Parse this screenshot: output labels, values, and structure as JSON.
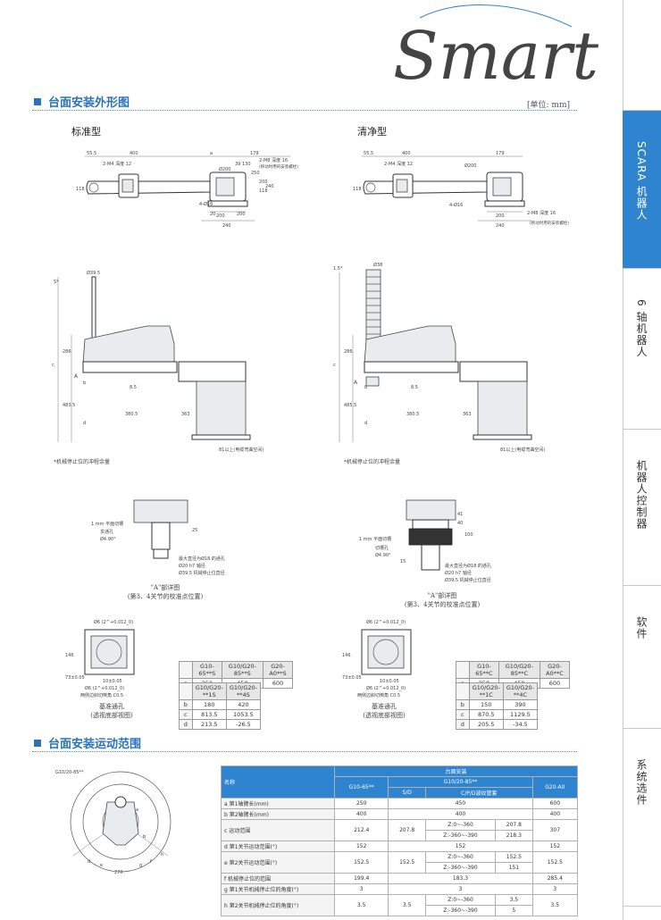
{
  "header": {
    "logo_text": "Smart",
    "unit_label": "[单位: mm]"
  },
  "section1": {
    "title": "台面安装外形图",
    "standard_label": "标准型",
    "clean_label": "清净型",
    "std_top": {
      "d1": "55.5",
      "d2": "400",
      "d3": "179",
      "d4": "118",
      "d5": "39",
      "d6": "130",
      "d7": "250",
      "d8": "240",
      "d9": "200",
      "d10": "20",
      "tap1": "2-M4 深度 12",
      "tap2": "2-M8 深度 16",
      "tap2_note": "(移动时用的安装螺栓)",
      "hole1": "Ø200",
      "hole2": "4-Ø16",
      "v1": "118",
      "v2": "200",
      "v3": "240",
      "v4": "a"
    },
    "cln_top": {
      "d1": "55.5",
      "d2": "400",
      "d3": "179",
      "tap1": "2-M4 深度 12",
      "tap2": "2-M8 深度 16",
      "tap2_note": "(移动时用的安装螺栓)",
      "hole1": "Ø200",
      "hole2": "4-Ø16",
      "d9": "200",
      "d8": "240",
      "v1": "118"
    },
    "std_side": {
      "d_top": "Ø39.5",
      "v1": "286",
      "v2": "483.5",
      "v3": "380.5",
      "v4": "363",
      "v5": "8.5",
      "v6": "b",
      "v7": "c",
      "v8": "d",
      "label_a": "A",
      "label_s": "S*",
      "note_cable": "81以上(电缆弯曲空间)",
      "note_stop": "*机械停止位的冲程余量"
    },
    "cln_side": {
      "d_top": "Ø38",
      "v1": "286",
      "v2": "485.5",
      "v3": "380.5",
      "v4": "363",
      "v5": "8.5",
      "v6": "b",
      "v7": "c",
      "v8": "d",
      "label_a": "A",
      "label_s": "1.5*",
      "note_cable": "81以上(电缆弯曲空间)",
      "note_stop": "*机械停止位的冲程余量"
    },
    "std_detailA": {
      "n1": "1 mm 平面切槽",
      "n2": "贯通孔",
      "n3": "Ø4.90°",
      "n4": "最大直径为Ø18 的通孔",
      "n5": "Ø20 h7 轴径",
      "n6": "Ø39.5 机械停止位直径",
      "n7": "25",
      "cap1": "\"A\"部详图",
      "cap2": "(第3、4关节的校准点位置)"
    },
    "cln_detailA": {
      "n1": "1 mm 平面切槽",
      "n2": "切槽孔",
      "n3": "Ø4.90°",
      "n4": "最大直径为Ø18 的通孔",
      "n5": "Ø20 h7 轴径",
      "n6": "Ø39.5 机械停止位直径",
      "n7": "41",
      "n8": "40",
      "n9": "100",
      "n10": "15",
      "cap1": "\"A\"部详图",
      "cap2": "(第3、4关节的校准点位置)"
    },
    "std_base": {
      "n1": "Ø6 (2^+0.012_0)",
      "n2": "10±0.05",
      "n3": "146",
      "n4": "73±0.05",
      "n5": "两侧边斜切倒角 C0.5",
      "n6": "Ø6 (2^+0.012_0)",
      "cap1": "基准通孔",
      "cap2": "(透视底部视图)"
    },
    "cln_base": {
      "n1": "Ø6 (2^+0.012_0)",
      "n2": "10±0.05",
      "n3": "146",
      "n4": "73±0.05",
      "n5": "两侧边斜切倒角 C0.5",
      "n6": "Ø6 (2^+0.012_0)",
      "cap1": "基准通孔",
      "cap2": "(透视底部视图)"
    },
    "std_table": {
      "row1_headers": [
        "",
        "G10-65**S",
        "G10/G20-85**S",
        "G20-A0**S"
      ],
      "row1_a": [
        "a",
        "250",
        "450",
        "600"
      ],
      "row2_headers": [
        "",
        "G10/G20-**1S",
        "G10/G20-**4S"
      ],
      "row2_b": [
        "b",
        "180",
        "420"
      ],
      "row2_c": [
        "c",
        "813.5",
        "1053.5"
      ],
      "row2_d": [
        "d",
        "213.5",
        "-26.5"
      ]
    },
    "cln_table": {
      "row1_headers": [
        "",
        "G10-65**C",
        "G10/G20-85**C",
        "G20-A0**C"
      ],
      "row1_a": [
        "a",
        "250",
        "450",
        "600"
      ],
      "row2_headers": [
        "",
        "G10/G20-**1C",
        "G10/G20-**4C"
      ],
      "row2_b": [
        "b",
        "150",
        "390"
      ],
      "row2_c": [
        "c",
        "870.5",
        "1129.5"
      ],
      "row2_d": [
        "d",
        "205.5",
        "-34.5"
      ]
    }
  },
  "section2": {
    "title": "台面安装运动范围",
    "range_label": "G10/20-85**",
    "range_marks": {
      "a": "a",
      "b": "b",
      "d": "d",
      "e": "e",
      "f": "f",
      "g": "g",
      "h": "h",
      "deg": "270"
    },
    "table": {
      "h_name": "名称",
      "h_mount": "台面安装",
      "h_g1020": "G10/20-85**",
      "h_g1065": "G10-65**",
      "h_sd": "S/D",
      "h_cpd": "C/P/D波纹管套",
      "h_g20a0": "G20-A0",
      "rows": [
        {
          "label": "a 第1轴臂长(mm)",
          "c1": "250",
          "c2": "450",
          "c3": "600"
        },
        {
          "label": "b 第2轴臂长(mm)",
          "c1": "400",
          "c2": "400",
          "c3": "400"
        },
        {
          "label": "c 运动范围",
          "c1": "212.4",
          "sd": "207.8",
          "z1": "Z:0~-360",
          "z1v": "207.8",
          "z2": "Z:-360~-390",
          "z2v": "218.3",
          "c3": "307"
        },
        {
          "label": "d 第1关节运动范围(°)",
          "c1": "152",
          "c2": "152",
          "c3": "152"
        },
        {
          "label": "e 第2关节运动范围(°)",
          "c1": "152.5",
          "sd": "152.5",
          "z1": "Z:0~-360",
          "z1v": "152.5",
          "z2": "Z:-360~-390",
          "z2v": "151",
          "c3": "152.5"
        },
        {
          "label": "f 机械停止位的范围",
          "c1": "199.4",
          "c2": "183.3",
          "c3": "285.4"
        },
        {
          "label": "g 第1关节机械停止位的角度(°)",
          "c1": "3",
          "c2": "3",
          "c3": "3"
        },
        {
          "label": "h 第2关节机械停止位的角度(°)",
          "c1": "3.5",
          "sd": "3.5",
          "z1": "Z:0~-360",
          "z1v": "3.5",
          "z2": "Z:-360~-390",
          "z2v": "5",
          "c3": "3.5"
        }
      ]
    }
  },
  "sidebar": {
    "tabs": [
      "SCARA 机器人",
      "6 轴机器人",
      "机器人控制器",
      "软件",
      "系统选件"
    ]
  }
}
